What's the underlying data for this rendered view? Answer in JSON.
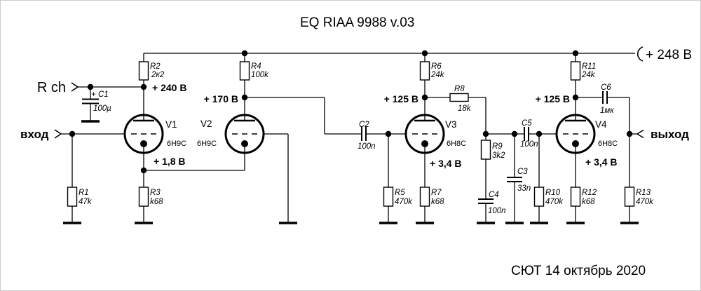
{
  "title": "EQ RIAA 9988 v.03",
  "footer": "СЮТ 14 октябрь 2020",
  "colors": {
    "voltage": "#ff0000",
    "input": "#008000",
    "output": "#008080",
    "wire": "#000000"
  },
  "connectors": {
    "rch": {
      "label": "R ch"
    },
    "input": {
      "label": "вход"
    },
    "output": {
      "label": "выход"
    },
    "supply": {
      "label": "+ 248 В"
    }
  },
  "voltages": {
    "v1_anode": "+ 240 В",
    "v2_anode": "+ 170 В",
    "v3_anode": "+ 125 В",
    "v4_anode": "+ 125 В",
    "v1v2_cathode": "+ 1,8 В",
    "v3_cathode": "+ 3,4 В",
    "v4_cathode": "+ 3,4 В"
  },
  "tubes": [
    {
      "designator": "V1",
      "type": "6Н9С"
    },
    {
      "designator": "V2",
      "type": "6Н9С"
    },
    {
      "designator": "V3",
      "type": "6Н8С"
    },
    {
      "designator": "V4",
      "type": "6Н8С"
    }
  ],
  "resistors": [
    {
      "name": "R1",
      "value": "47k"
    },
    {
      "name": "R2",
      "value": "2к2"
    },
    {
      "name": "R3",
      "value": "k68"
    },
    {
      "name": "R4",
      "value": "100k"
    },
    {
      "name": "R5",
      "value": "470k"
    },
    {
      "name": "R6",
      "value": "24k"
    },
    {
      "name": "R7",
      "value": "k68"
    },
    {
      "name": "R8",
      "value": "18k"
    },
    {
      "name": "R9",
      "value": "3k2"
    },
    {
      "name": "R10",
      "value": "470k"
    },
    {
      "name": "R11",
      "value": "24k"
    },
    {
      "name": "R12",
      "value": "k68"
    },
    {
      "name": "R13",
      "value": "470k"
    }
  ],
  "capacitors": [
    {
      "name": "C1",
      "value": "100µ",
      "polarity": "+"
    },
    {
      "name": "C2",
      "value": "100n"
    },
    {
      "name": "C3",
      "value": "33n"
    },
    {
      "name": "C4",
      "value": "100n"
    },
    {
      "name": "C5",
      "value": "100n"
    },
    {
      "name": "C6",
      "value": "1мк"
    }
  ]
}
